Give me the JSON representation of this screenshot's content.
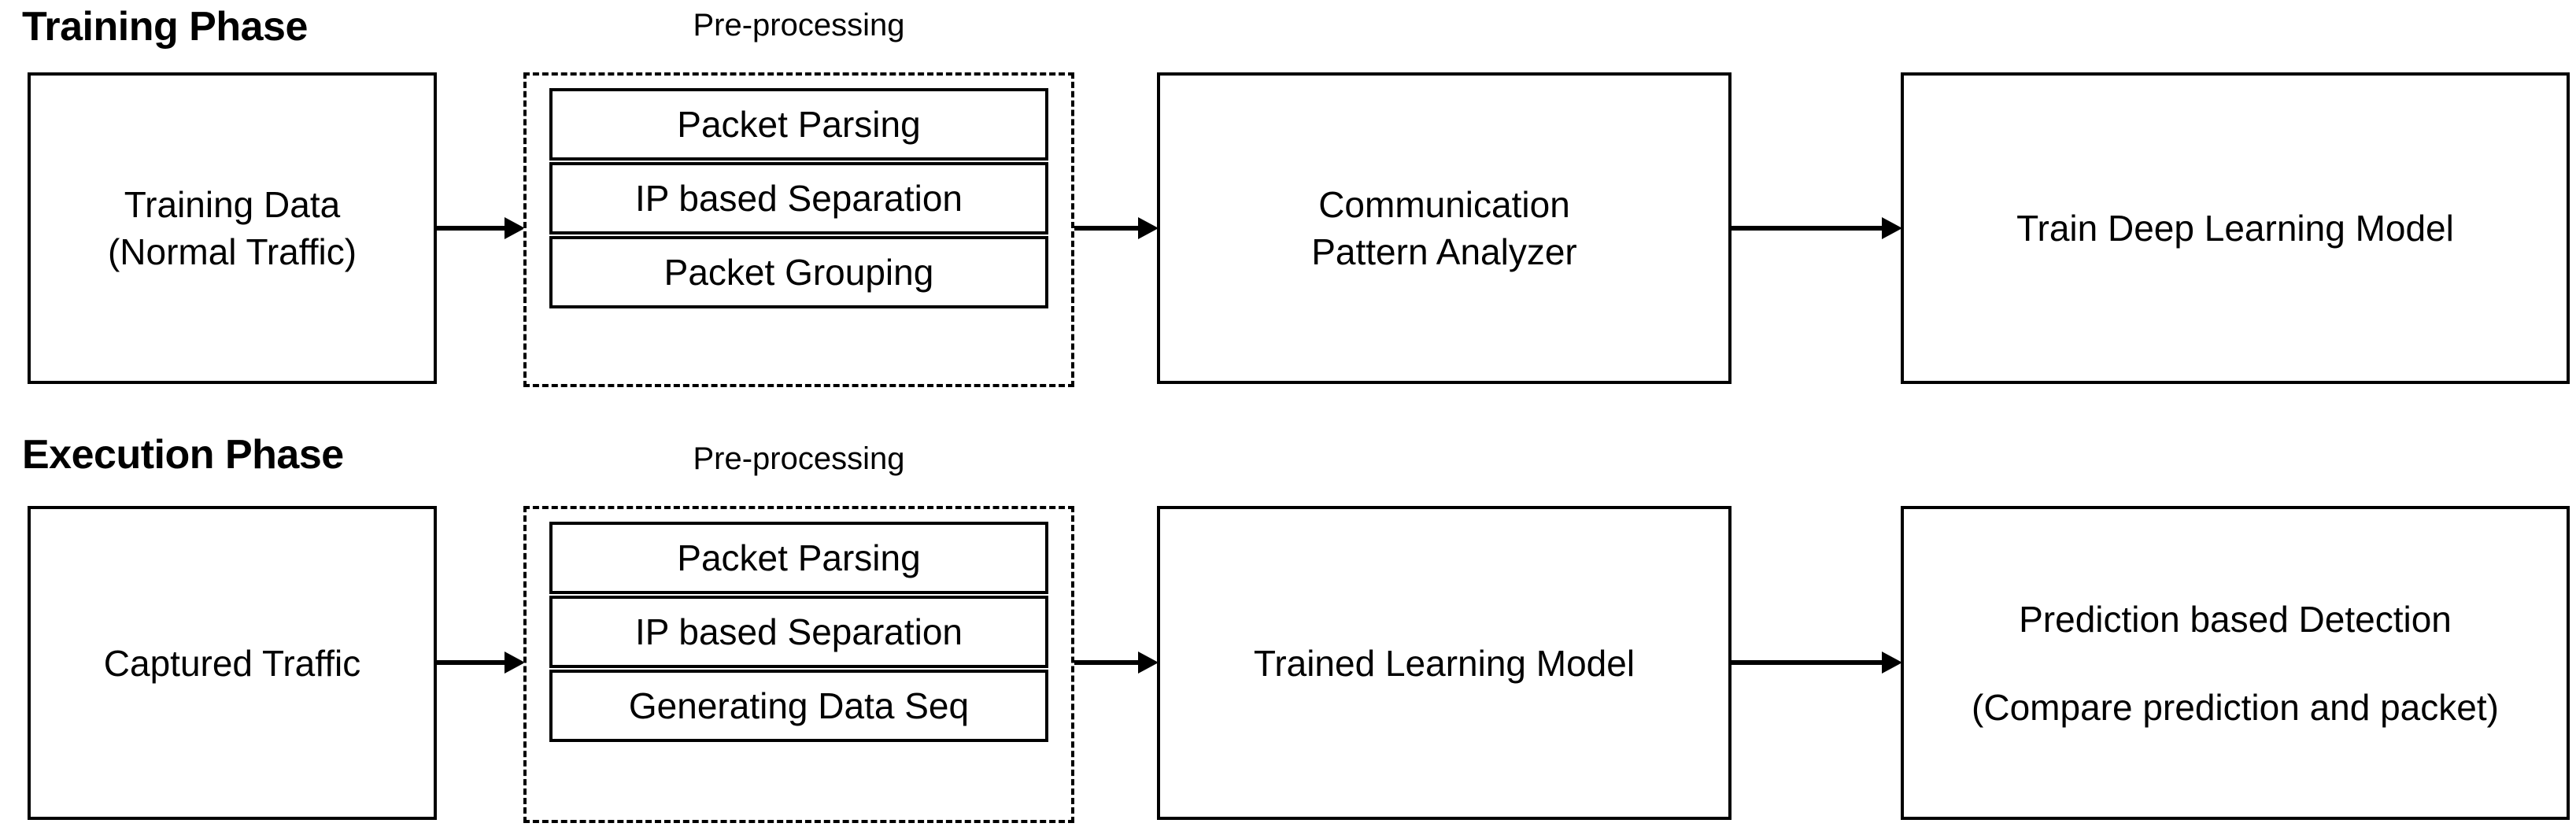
{
  "diagram": {
    "title_training": "Training Phase",
    "title_execution": "Execution Phase",
    "preprocessing_label": "Pre-processing",
    "colors": {
      "stroke": "#000000",
      "background": "#ffffff",
      "text": "#000000"
    }
  },
  "training_phase": {
    "heading": "Training Phase",
    "input_box": {
      "line1": "Training Data",
      "line2": "(Normal Traffic)"
    },
    "preprocessing": {
      "label": "Pre-processing",
      "steps": [
        {
          "label": "Packet Parsing"
        },
        {
          "label": "IP based Separation"
        },
        {
          "label": "Packet Grouping"
        }
      ]
    },
    "analyzer_box": {
      "line1": "Communication",
      "line2": "Pattern Analyzer"
    },
    "output_box": {
      "line1": "Train Deep Learning Model"
    }
  },
  "execution_phase": {
    "heading": "Execution Phase",
    "input_box": {
      "line1": "Captured Traffic"
    },
    "preprocessing": {
      "label": "Pre-processing",
      "steps": [
        {
          "label": "Packet Parsing"
        },
        {
          "label": "IP based Separation"
        },
        {
          "label": "Generating Data Seq"
        }
      ]
    },
    "model_box": {
      "line1": "Trained Learning Model"
    },
    "output_box": {
      "line1": "Prediction based Detection",
      "line2": "(Compare prediction and packet)"
    }
  }
}
